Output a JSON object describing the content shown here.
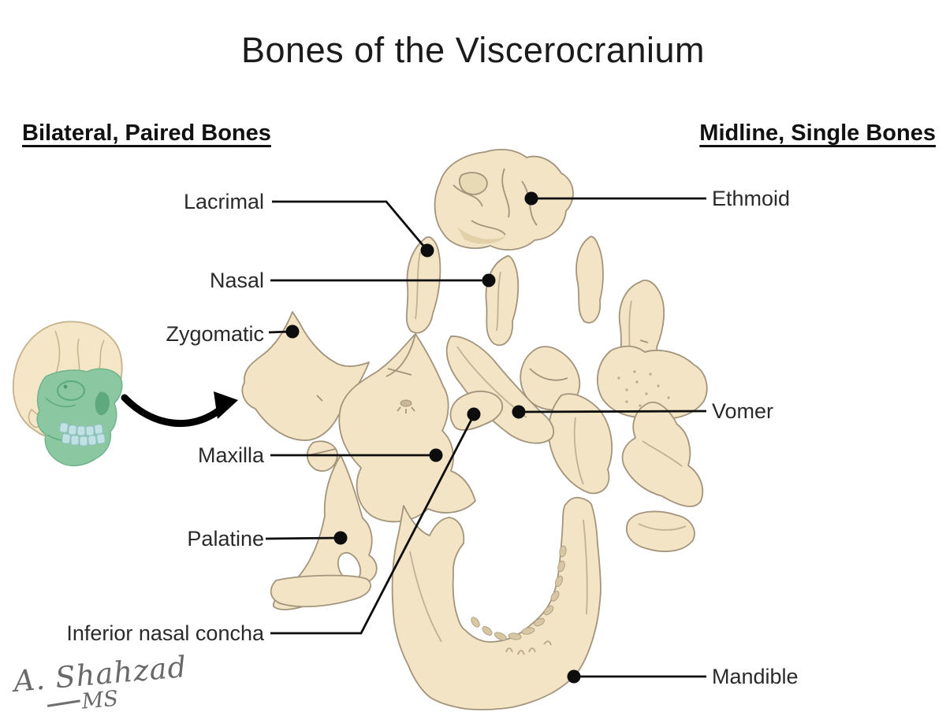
{
  "title": "Bones of the Viscerocranium",
  "sections": {
    "left": {
      "header": "Bilateral, Paired Bones"
    },
    "right": {
      "header": "Midline, Single Bones"
    }
  },
  "labels": {
    "left_column": [
      {
        "text": "Lacrimal"
      },
      {
        "text": "Nasal"
      },
      {
        "text": "Zygomatic"
      },
      {
        "text": "Maxilla"
      },
      {
        "text": "Palatine"
      },
      {
        "text": "Inferior nasal concha"
      }
    ],
    "right_column": [
      {
        "text": "Ethmoid"
      },
      {
        "text": "Vomer"
      },
      {
        "text": "Mandible"
      }
    ]
  },
  "signature": {
    "name": "A. Shahzad",
    "credential": "MS"
  },
  "colors": {
    "bone_fill": "#F2E4C5",
    "bone_outline": "#A3947C",
    "bone_shadow": "#E2D0A9",
    "skull_cranium": "#F4E6C6",
    "viscerocranium_green": "#8BC7A0",
    "green_detail": "#5FA97E",
    "teeth_blue": "#C2E1E3",
    "leader_line": "#0d0d0d",
    "text": "#2a2a2a",
    "signature_gray": "#696969"
  }
}
